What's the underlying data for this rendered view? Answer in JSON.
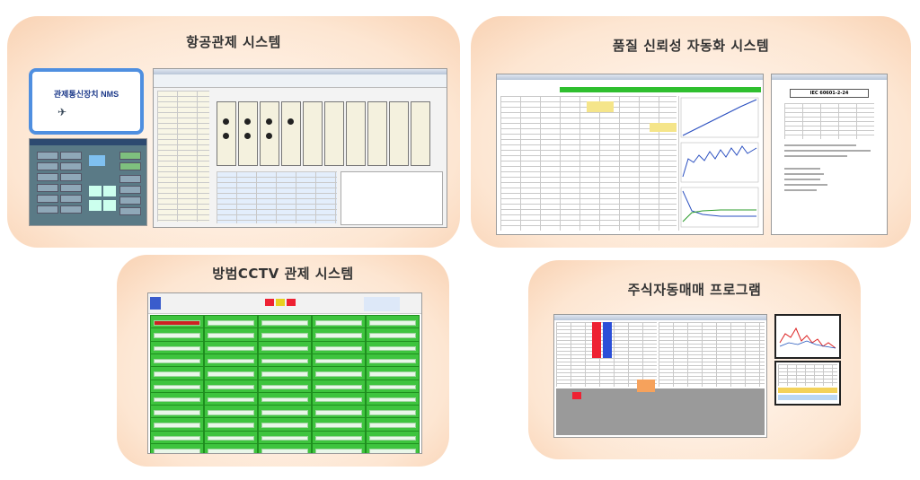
{
  "cards": [
    {
      "title": "항공관제 시스템"
    },
    {
      "title": "품질 신뢰성 자동화 시스템"
    },
    {
      "title": "방범CCTV 관제 시스템"
    },
    {
      "title": "주식자동매매 프로그램"
    }
  ],
  "atc": {
    "logo_text": "관제통신장치 NMS"
  },
  "quality": {
    "doc_header": "IEC 60601-2-24"
  },
  "colors": {
    "card_bg": "#fde6d2",
    "cctv_cell": "#3ec43e",
    "nms_border": "#4f8fe0"
  }
}
